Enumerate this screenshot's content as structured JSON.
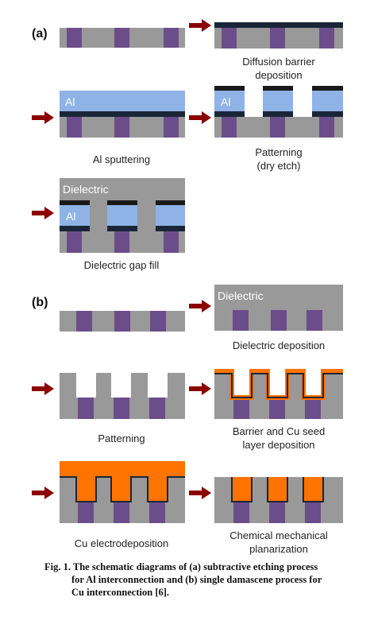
{
  "section_a": {
    "label": "(a)",
    "steps": [
      {
        "id": "a1",
        "label": [
          ""
        ]
      },
      {
        "id": "a2",
        "label": [
          "Diffusion barrier",
          "deposition"
        ]
      },
      {
        "id": "a3",
        "label": [
          "Al sputtering"
        ]
      },
      {
        "id": "a4",
        "label": [
          "Patterning",
          "(dry etch)"
        ]
      },
      {
        "id": "a5",
        "label": [
          "Dielectric gap fill"
        ]
      }
    ],
    "al_text": "Al",
    "dielectric_text": "Dielectric"
  },
  "section_b": {
    "label": "(b)",
    "steps": [
      {
        "id": "b1",
        "label": [
          ""
        ]
      },
      {
        "id": "b2",
        "label": [
          "Dielectric deposition"
        ]
      },
      {
        "id": "b3",
        "label": [
          "Patterning"
        ]
      },
      {
        "id": "b4",
        "label": [
          "Barrier and Cu seed",
          "layer deposition"
        ]
      },
      {
        "id": "b5",
        "label": [
          "Cu electrodeposition"
        ]
      },
      {
        "id": "b6",
        "label": [
          "Chemical mechanical",
          "planarization"
        ]
      }
    ],
    "dielectric_text": "Dielectric"
  },
  "caption": {
    "line1": "Fig. 1. The schematic diagrams of (a) subtractive etching process",
    "line2": "for Al interconnection and (b) single damascene process for",
    "line3": "Cu interconnection [6]."
  },
  "colors": {
    "substrate": "#999999",
    "via": "#6b4d8a",
    "barrier": "#1a2638",
    "aluminum": "#8fb3e6",
    "dielectric": "#999999",
    "copper": "#ff7300",
    "arrow": "#8b0000",
    "hardmask": "#1a1a1a"
  }
}
